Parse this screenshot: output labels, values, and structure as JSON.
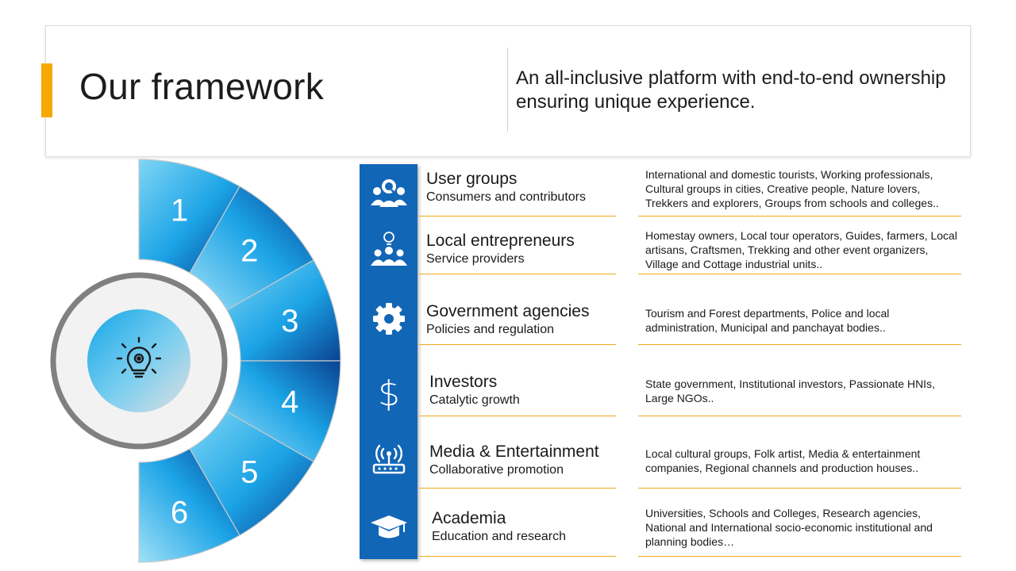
{
  "header": {
    "title": "Our framework",
    "subtitle": "An all-inclusive platform with end-to-end ownership ensuring unique experience."
  },
  "colors": {
    "accent": "#f5a800",
    "strip": "#1266b6",
    "segment_light": "#5ecbf2",
    "segment_dark": "#0a3f8c"
  },
  "wheel": {
    "center_icon": "lightbulb-gear-icon",
    "segments": [
      "1",
      "2",
      "3",
      "4",
      "5",
      "6"
    ]
  },
  "categories": [
    {
      "icon": "user-search-icon",
      "title": "User groups",
      "subtitle": "Consumers and contributors",
      "description": "International and domestic tourists, Working professionals, Cultural groups in cities, Creative people, Nature lovers, Trekkers and explorers, Groups from schools and colleges.."
    },
    {
      "icon": "team-idea-icon",
      "title": "Local entrepreneurs",
      "subtitle": "Service providers",
      "description": "Homestay owners,  Local tour operators, Guides, farmers, Local artisans, Craftsmen, Trekking  and other event organizers,  Village and Cottage industrial units.."
    },
    {
      "icon": "gear-icon",
      "title": "Government agencies",
      "subtitle": "Policies and regulation",
      "description": "Tourism and Forest departments,  Police and local administration,  Municipal and panchayat bodies.."
    },
    {
      "icon": "dollar-icon",
      "title": "Investors",
      "subtitle": "Catalytic growth",
      "description": "State government, Institutional investors, Passionate HNIs, Large NGOs.."
    },
    {
      "icon": "router-broadcast-icon",
      "title": "Media & Entertainment",
      "subtitle": "Collaborative promotion",
      "description": "Local cultural groups, Folk artist, Media & entertainment companies, Regional channels and production houses.."
    },
    {
      "icon": "graduation-cap-icon",
      "title": "Academia",
      "subtitle": "Education and research",
      "description": "Universities, Schools and Colleges, Research agencies, National and International socio-economic institutional and planning bodies…"
    }
  ]
}
